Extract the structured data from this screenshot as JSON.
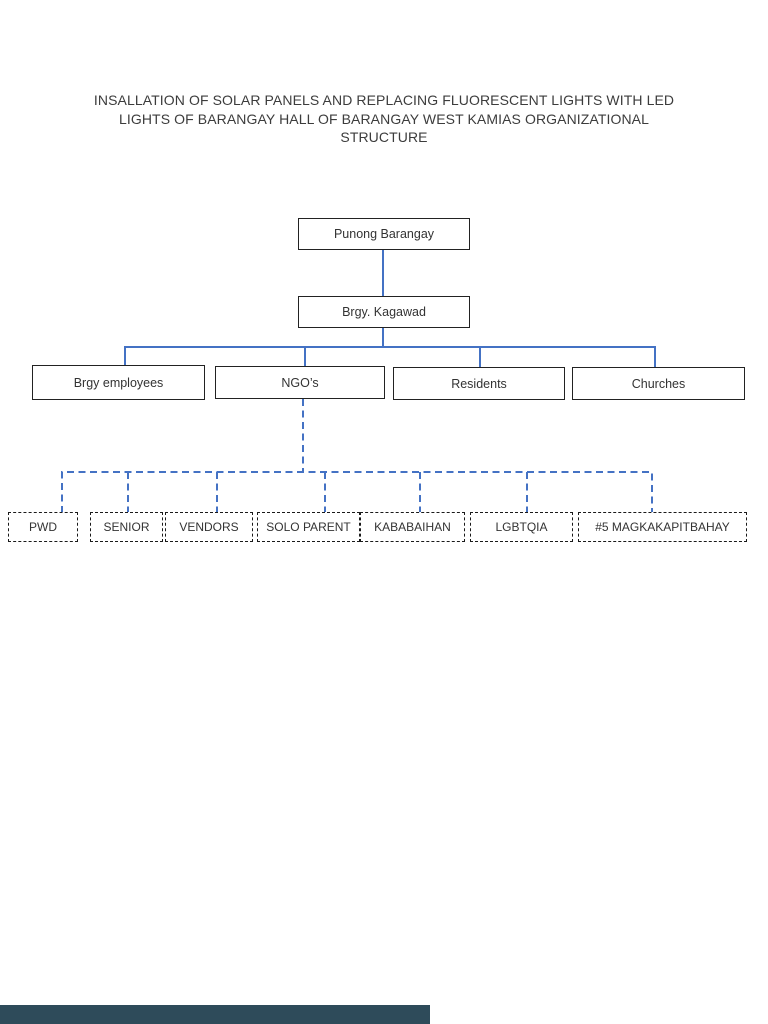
{
  "page": {
    "background": "#ffffff",
    "title_lines": [
      "INSALLATION OF SOLAR PANELS AND REPLACING FLUORESCENT LIGHTS WITH LED",
      "LIGHTS OF BARANGAY HALL OF BARANGAY WEST KAMIAS ORGANIZATIONAL",
      "STRUCTURE"
    ]
  },
  "org_chart": {
    "connector_color": "#4472C4",
    "box_border_color": "#222222",
    "nodes": {
      "punong_barangay": "Punong Barangay",
      "brgy_kagawad": "Brgy. Kagawad",
      "brgy_employees": "Brgy employees",
      "ngos": "NGO’s",
      "residents": "Residents",
      "churches": "Churches",
      "pwd": "PWD",
      "senior": "SENIOR",
      "vendors": "VENDORS",
      "solo_parent": "SOLO PARENT",
      "kababaihan": "KABABAIHAN",
      "lgbtqia": "LGBTQIA",
      "magkakapitbahay": "#5 MAGKAKAPITBAHAY"
    }
  },
  "footer_bar": {
    "color": "#2E4B5A"
  }
}
